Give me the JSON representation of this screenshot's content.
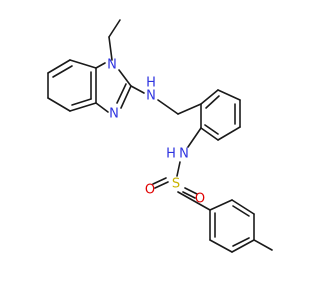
{
  "colors": {
    "bond": "#1a1a1a",
    "nitrogen": "#2f34e0",
    "sulfur": "#c9b400",
    "oxygen": "#e00000",
    "background": "#ffffff"
  },
  "atoms": {
    "n_ethyl": "N",
    "n_amino": "N",
    "h_amino": "H",
    "n_ring": "N",
    "n_sulfonamide": "N",
    "h_sulfonamide": "H",
    "sulfur": "S",
    "oxygen_left": "O",
    "oxygen_right": "O"
  }
}
